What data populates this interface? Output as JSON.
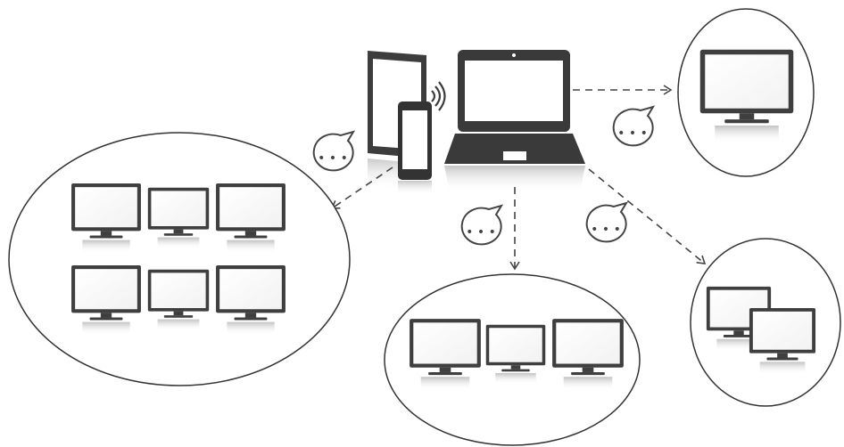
{
  "diagram": {
    "source_devices": [
      "tablet-icon",
      "smartphone-icon",
      "laptop-icon"
    ],
    "bubble_label": "• • •",
    "groups": [
      {
        "id": "group-large-wall",
        "icon": "monitor-icon",
        "screen_count": 6
      },
      {
        "id": "group-three-screens",
        "icon": "monitor-icon",
        "screen_count": 3
      },
      {
        "id": "group-single-screen",
        "icon": "monitor-icon",
        "screen_count": 1
      },
      {
        "id": "group-two-screens",
        "icon": "monitor-icon",
        "screen_count": 2
      }
    ],
    "colors": {
      "device": "#3a3a3a",
      "screen": "#ffffff",
      "arrow": "#444444",
      "circle_stroke": "#333333"
    }
  }
}
